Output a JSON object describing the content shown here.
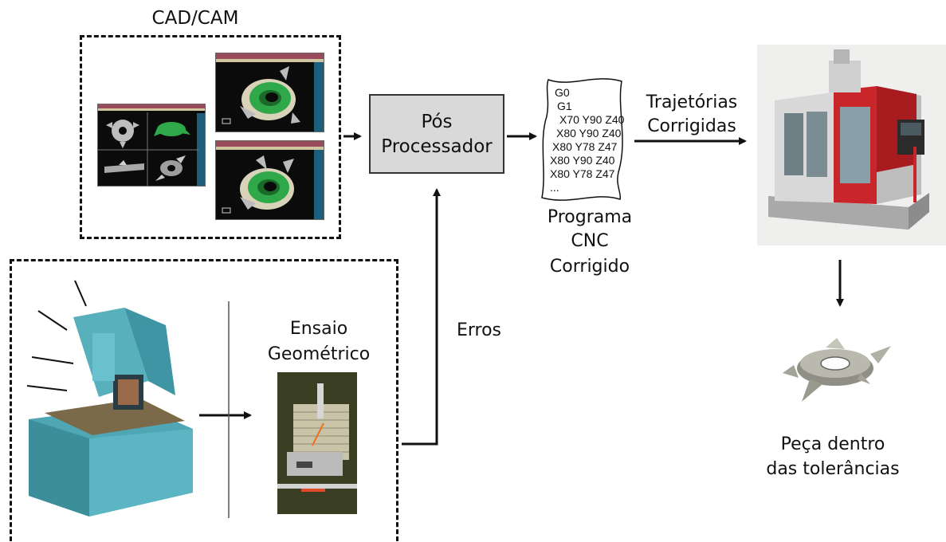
{
  "cadcam": {
    "title": "CAD/CAM"
  },
  "post_processor": {
    "line1": "Pós",
    "line2": "Processador"
  },
  "cnc_program": {
    "code_lines": [
      "G0",
      "G1",
      "X70 Y90 Z40",
      "X80 Y90 Z40",
      "X80 Y78 Z47",
      "X80 Y90 Z40",
      "X80 Y78 Z47",
      "..."
    ],
    "caption": [
      "Programa",
      "CNC",
      "Corrigido"
    ]
  },
  "corrected_paths": {
    "line1": "Trajetórias",
    "line2": "Corrigidas"
  },
  "errors": {
    "label": "Erros"
  },
  "geometric_test": {
    "line1": "Ensaio",
    "line2": "Geométrico"
  },
  "final_part": {
    "line1": "Peça dentro",
    "line2": "das tolerâncias"
  },
  "colors": {
    "machine_blue": "#4fa6b4",
    "cnc_red": "#c8262a",
    "part_green": "#2fa84a",
    "box_grey": "#d9d9d9"
  }
}
